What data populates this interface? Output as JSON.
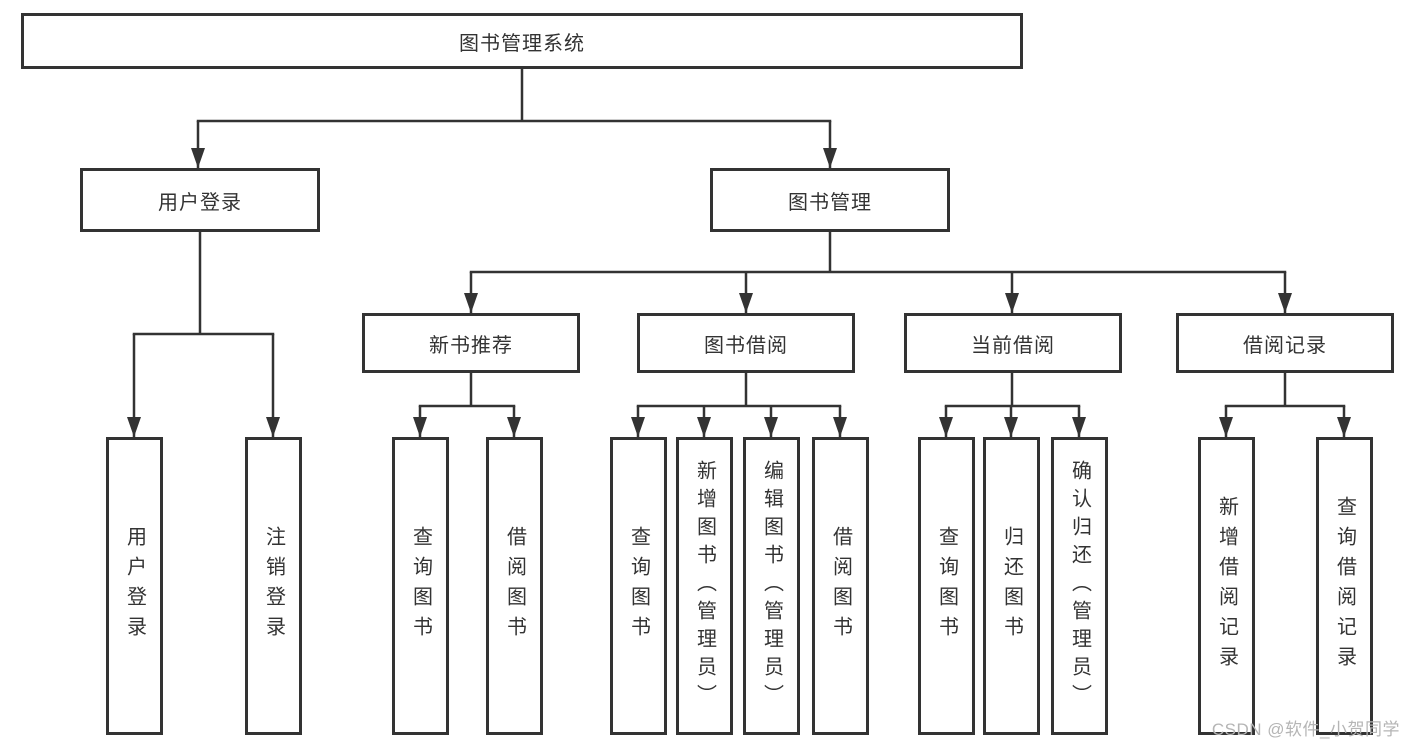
{
  "diagram": {
    "title": "图书管理系统",
    "level2": {
      "user_login": "用户登录",
      "book_management": "图书管理"
    },
    "level3": {
      "new_book_recommend": "新书推荐",
      "book_borrow": "图书借阅",
      "current_borrow": "当前借阅",
      "borrow_record": "借阅记录"
    },
    "leaves": {
      "user_login_login": "用户登录",
      "user_login_logout": "注销登录",
      "recommend_query_book": "查询图书",
      "recommend_borrow_book": "借阅图书",
      "borrow_query_book": "查询图书",
      "borrow_add_book": "新增图书（管理员）",
      "borrow_edit_book": "编辑图书（管理员）",
      "borrow_borrow_book": "借阅图书",
      "current_query_book": "查询图书",
      "current_return_book": "归还图书",
      "current_confirm_return": "确认归还（管理员）",
      "record_add_record": "新增借阅记录",
      "record_query_record": "查询借阅记录"
    }
  },
  "watermark": "CSDN @软件_小贺同学",
  "colors": {
    "line": "#333333",
    "text": "#333333",
    "box_background": "#ffffff",
    "watermark": "#b5b5b5"
  }
}
